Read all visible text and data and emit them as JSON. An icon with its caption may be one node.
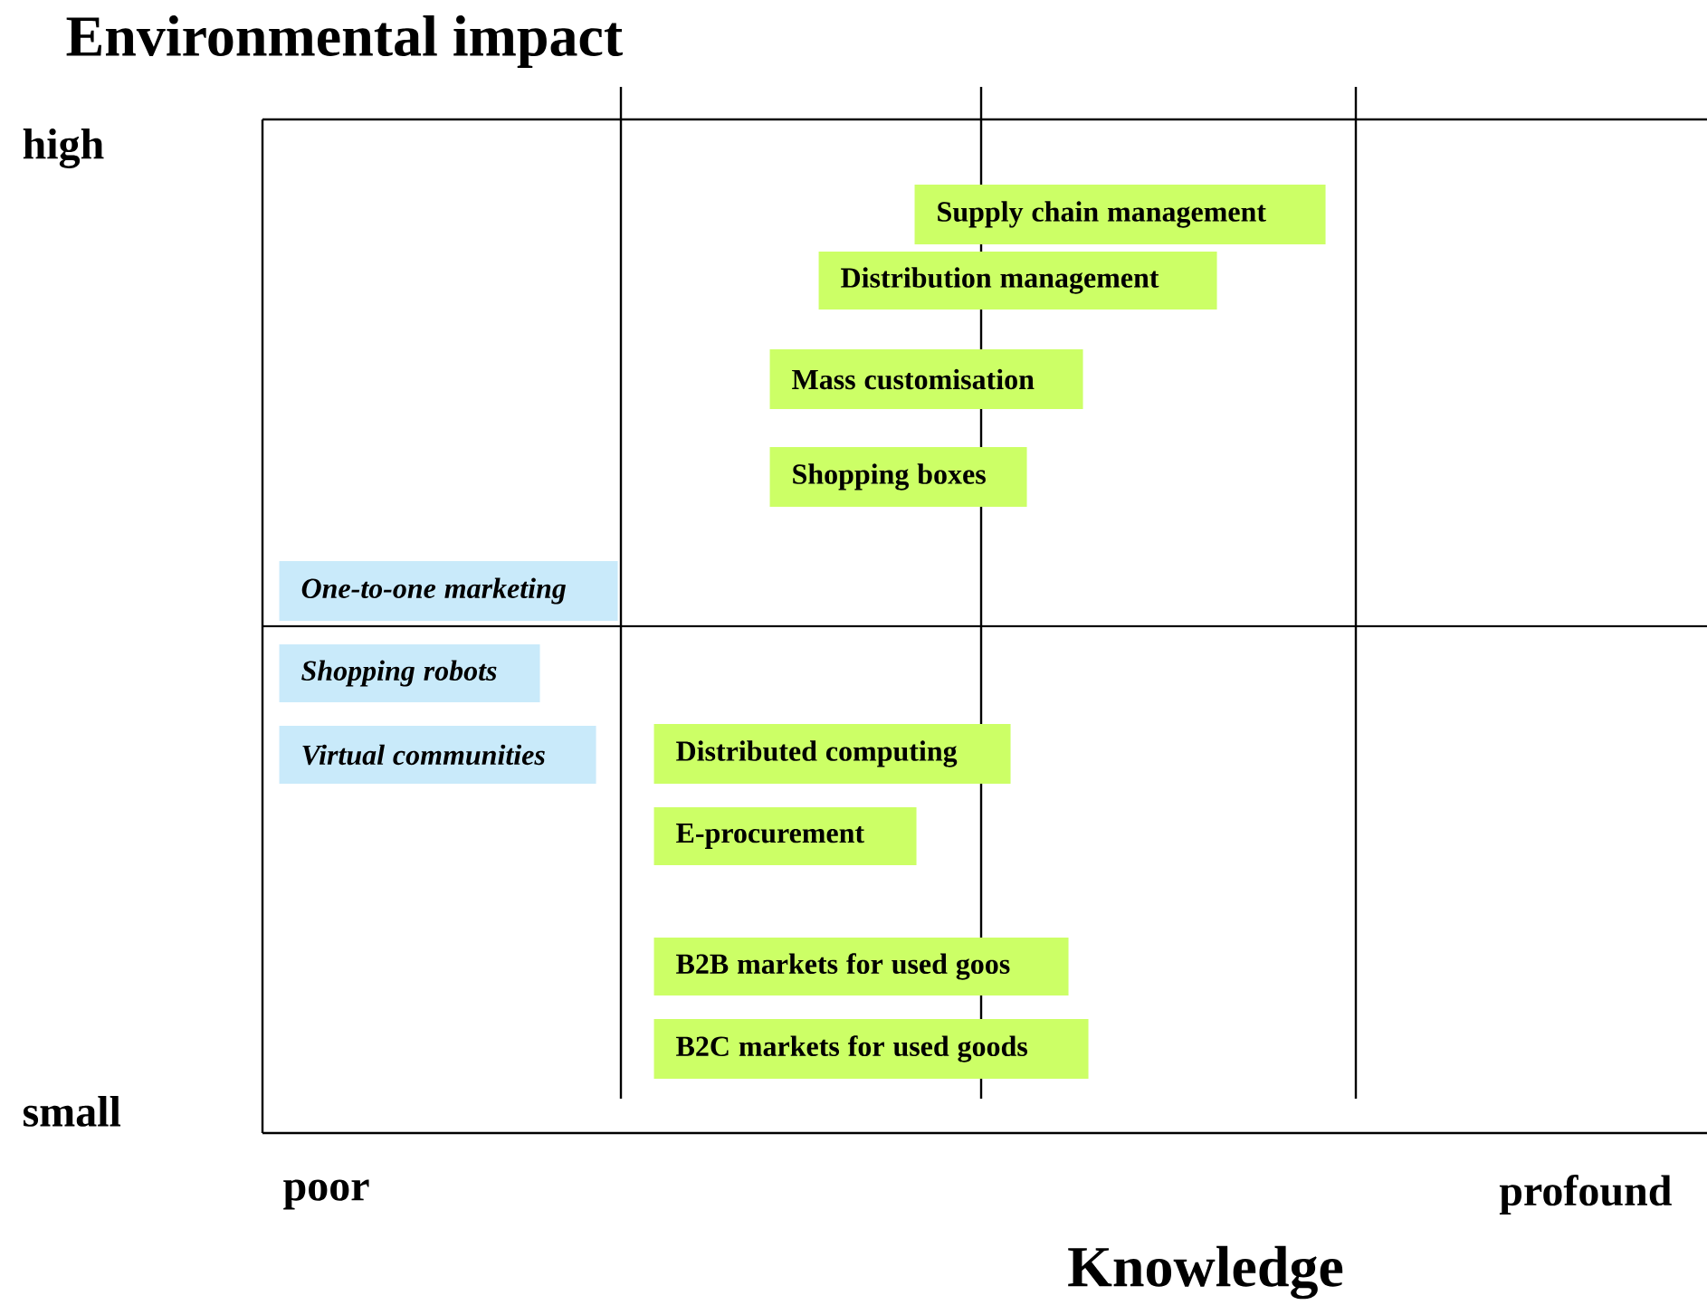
{
  "diagram": {
    "title": "Environmental impact",
    "nodes": [
      {
        "text": [
          "Supply chain management"
        ]
      },
      {
        "text": [
          "Distribution management"
        ]
      },
      {
        "text": [
          "Mass customisation"
        ]
      },
      {
        "text": [
          "Shopping boxes"
        ]
      },
      {
        "text": [
          "One-to-one marketing"
        ]
      },
      {
        "text": [
          "Shopping robots"
        ]
      },
      {
        "text": [
          "Virtual communities"
        ]
      },
      {
        "text": [
          "Distributed computing"
        ]
      },
      {
        "text": [
          "E-procurement"
        ]
      },
      {
        "text": [
          "B2B markets for used goos"
        ]
      },
      {
        "text": [
          "B2C markets for used goods"
        ]
      }
    ],
    "labels": [
      "high",
      "small",
      "poor",
      "profound",
      "Knowledge"
    ]
  }
}
